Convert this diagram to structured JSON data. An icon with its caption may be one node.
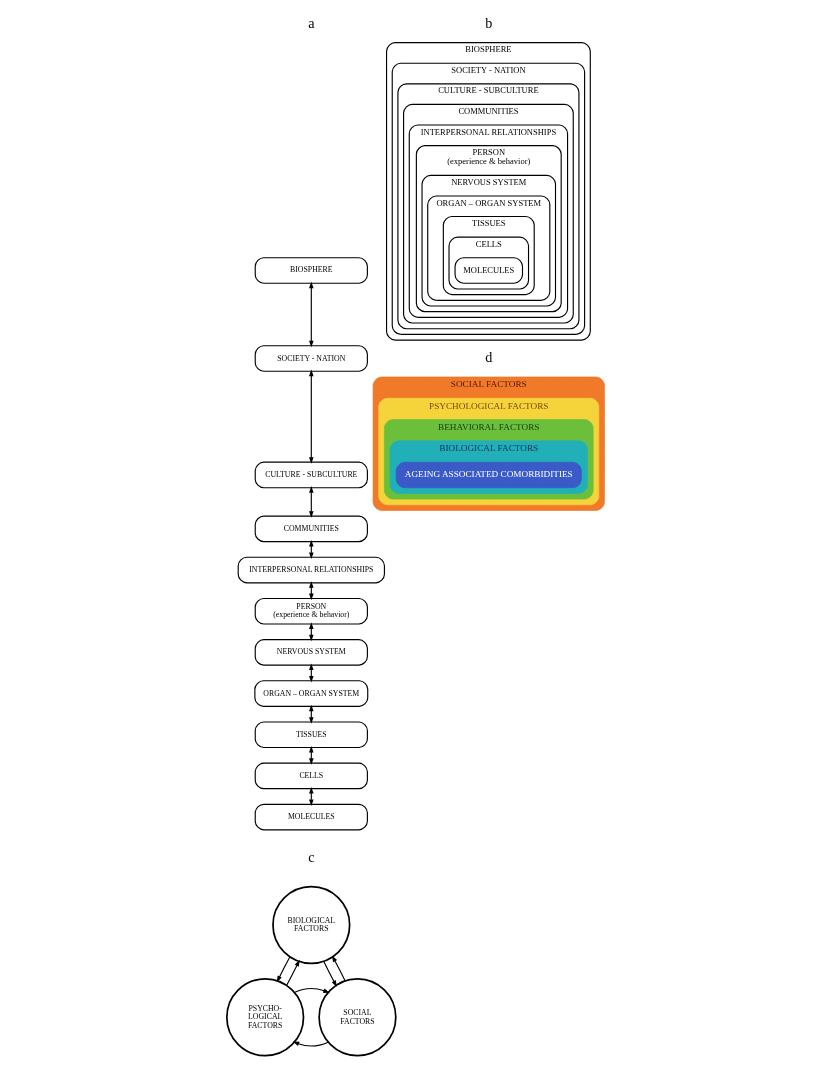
{
  "diagram": {
    "nodes": [
      {
        "text": [
          "BIOSPHERE"
        ]
      },
      {
        "text": [
          "SOCIETY - NATION"
        ]
      },
      {
        "text": [
          "CULTURE - SUBCULTURE"
        ]
      },
      {
        "text": [
          "COMMUNITIES"
        ]
      },
      {
        "text": [
          "INTERPERSONAL RELATIONSHIPS"
        ]
      },
      {
        "text": [
          "PERSON",
          "(experience & behavior)"
        ]
      },
      {
        "text": [
          "NERVOUS SYSTEM"
        ]
      },
      {
        "text": [
          "ORGAN – ORGAN SYSTEM"
        ]
      },
      {
        "text": [
          "TISSUES"
        ]
      },
      {
        "text": [
          "CELLS"
        ]
      },
      {
        "text": [
          "MOLECULES"
        ]
      },
      {
        "text": [
          "BIOSPHERE"
        ]
      },
      {
        "text": [
          "SOCIETY - NATION"
        ],
        "in": 11
      },
      {
        "text": [
          "CULTURE - SUBCULTURE"
        ],
        "in": 12
      },
      {
        "text": [
          "COMMUNITIES"
        ],
        "in": 13
      },
      {
        "text": [
          "INTERPERSONAL RELATIONSHIPS"
        ],
        "in": 14
      },
      {
        "text": [
          "PERSON",
          "(experience & behavior)"
        ],
        "in": 15
      },
      {
        "text": [
          "NERVOUS SYSTEM"
        ],
        "in": 16
      },
      {
        "text": [
          "ORGAN – ORGAN SYSTEM"
        ],
        "in": 17
      },
      {
        "text": [
          "TISSUES"
        ],
        "in": 18
      },
      {
        "text": [
          "CELLS"
        ],
        "in": 19
      },
      {
        "text": [
          "MOLECULES"
        ],
        "in": 20
      },
      {
        "text": [
          "BIOLOGICAL FACTORS"
        ]
      },
      {
        "text": [
          "PSYCHO- LOGICAL FACTORS"
        ]
      },
      {
        "text": [
          "SOCIAL FACTORS"
        ]
      },
      {
        "text": [
          "SOCIAL FACTORS"
        ]
      },
      {
        "text": [
          "PSYCHOLOGICAL FACTORS"
        ],
        "in": 25
      },
      {
        "text": [
          "BEHAVIORAL FACTORS"
        ],
        "in": 26
      },
      {
        "text": [
          "BIOLOGICAL FACTORS"
        ],
        "in": 27
      },
      {
        "text": [
          "AGEING ASSOCIATED COMORBIDITIES"
        ],
        "in": 28
      }
    ],
    "edges": [
      {
        "from": 0,
        "to": 1,
        "arrow": "both"
      },
      {
        "from": 1,
        "to": 2,
        "arrow": "both"
      },
      {
        "from": 2,
        "to": 3,
        "arrow": "both"
      },
      {
        "from": 3,
        "to": 4,
        "arrow": "both"
      },
      {
        "from": 4,
        "to": 5,
        "arrow": "both"
      },
      {
        "from": 5,
        "to": 6,
        "arrow": "both"
      },
      {
        "from": 6,
        "to": 7,
        "arrow": "both"
      },
      {
        "from": 7,
        "to": 8,
        "arrow": "both"
      },
      {
        "from": 8,
        "to": 9,
        "arrow": "both"
      },
      {
        "from": 9,
        "to": 10,
        "arrow": "both"
      },
      {
        "from": 22,
        "to": 23,
        "arrow": "to"
      },
      {
        "from": 23,
        "to": 22,
        "arrow": "to"
      },
      {
        "from": 22,
        "to": 24,
        "arrow": "to"
      },
      {
        "from": 24,
        "to": 22,
        "arrow": "to"
      },
      {
        "from": 24,
        "to": 23,
        "arrow": "to"
      },
      {
        "from": 23,
        "to": 24,
        "arrow": "to"
      }
    ],
    "labels": [
      "a",
      "b",
      "c",
      "d"
    ]
  }
}
